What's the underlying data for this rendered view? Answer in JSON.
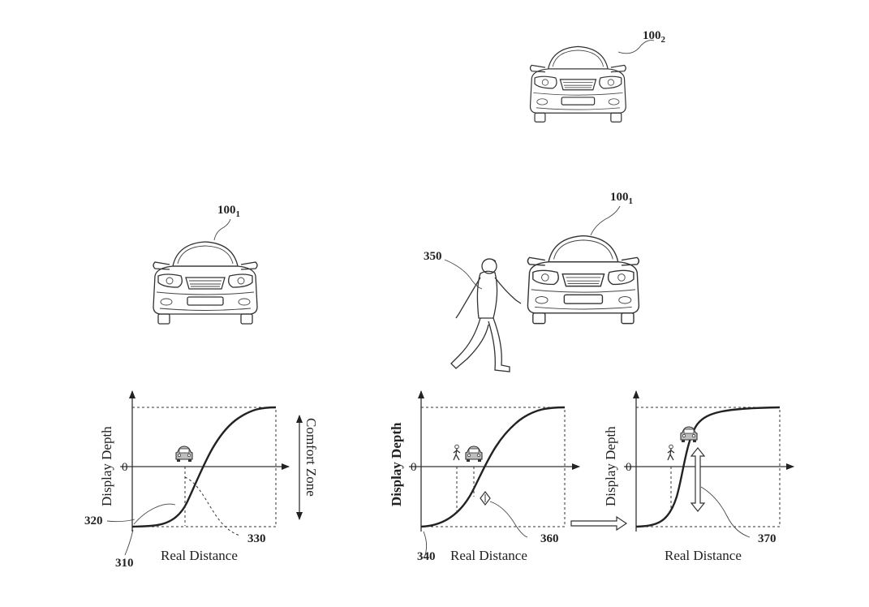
{
  "figure": {
    "refs": {
      "car_top": {
        "base": "100",
        "sub": "2"
      },
      "car_left": {
        "base": "100",
        "sub": "1"
      },
      "car_right": {
        "base": "100",
        "sub": "1"
      },
      "pedestrian": "350",
      "curve_310": "310",
      "curve_320": "320",
      "curve_330": "330",
      "curve_340": "340",
      "marker_360": "360",
      "marker_370": "370"
    },
    "graphs": [
      {
        "ylabel": "Display Depth",
        "xlabel": "Real Distance",
        "zero": "0",
        "side_label": "Comfort Zone"
      },
      {
        "ylabel": "Display Depth",
        "xlabel": "Real Distance",
        "zero": "0"
      },
      {
        "ylabel": "Display Depth",
        "xlabel": "Real Distance",
        "zero": "0"
      }
    ]
  }
}
